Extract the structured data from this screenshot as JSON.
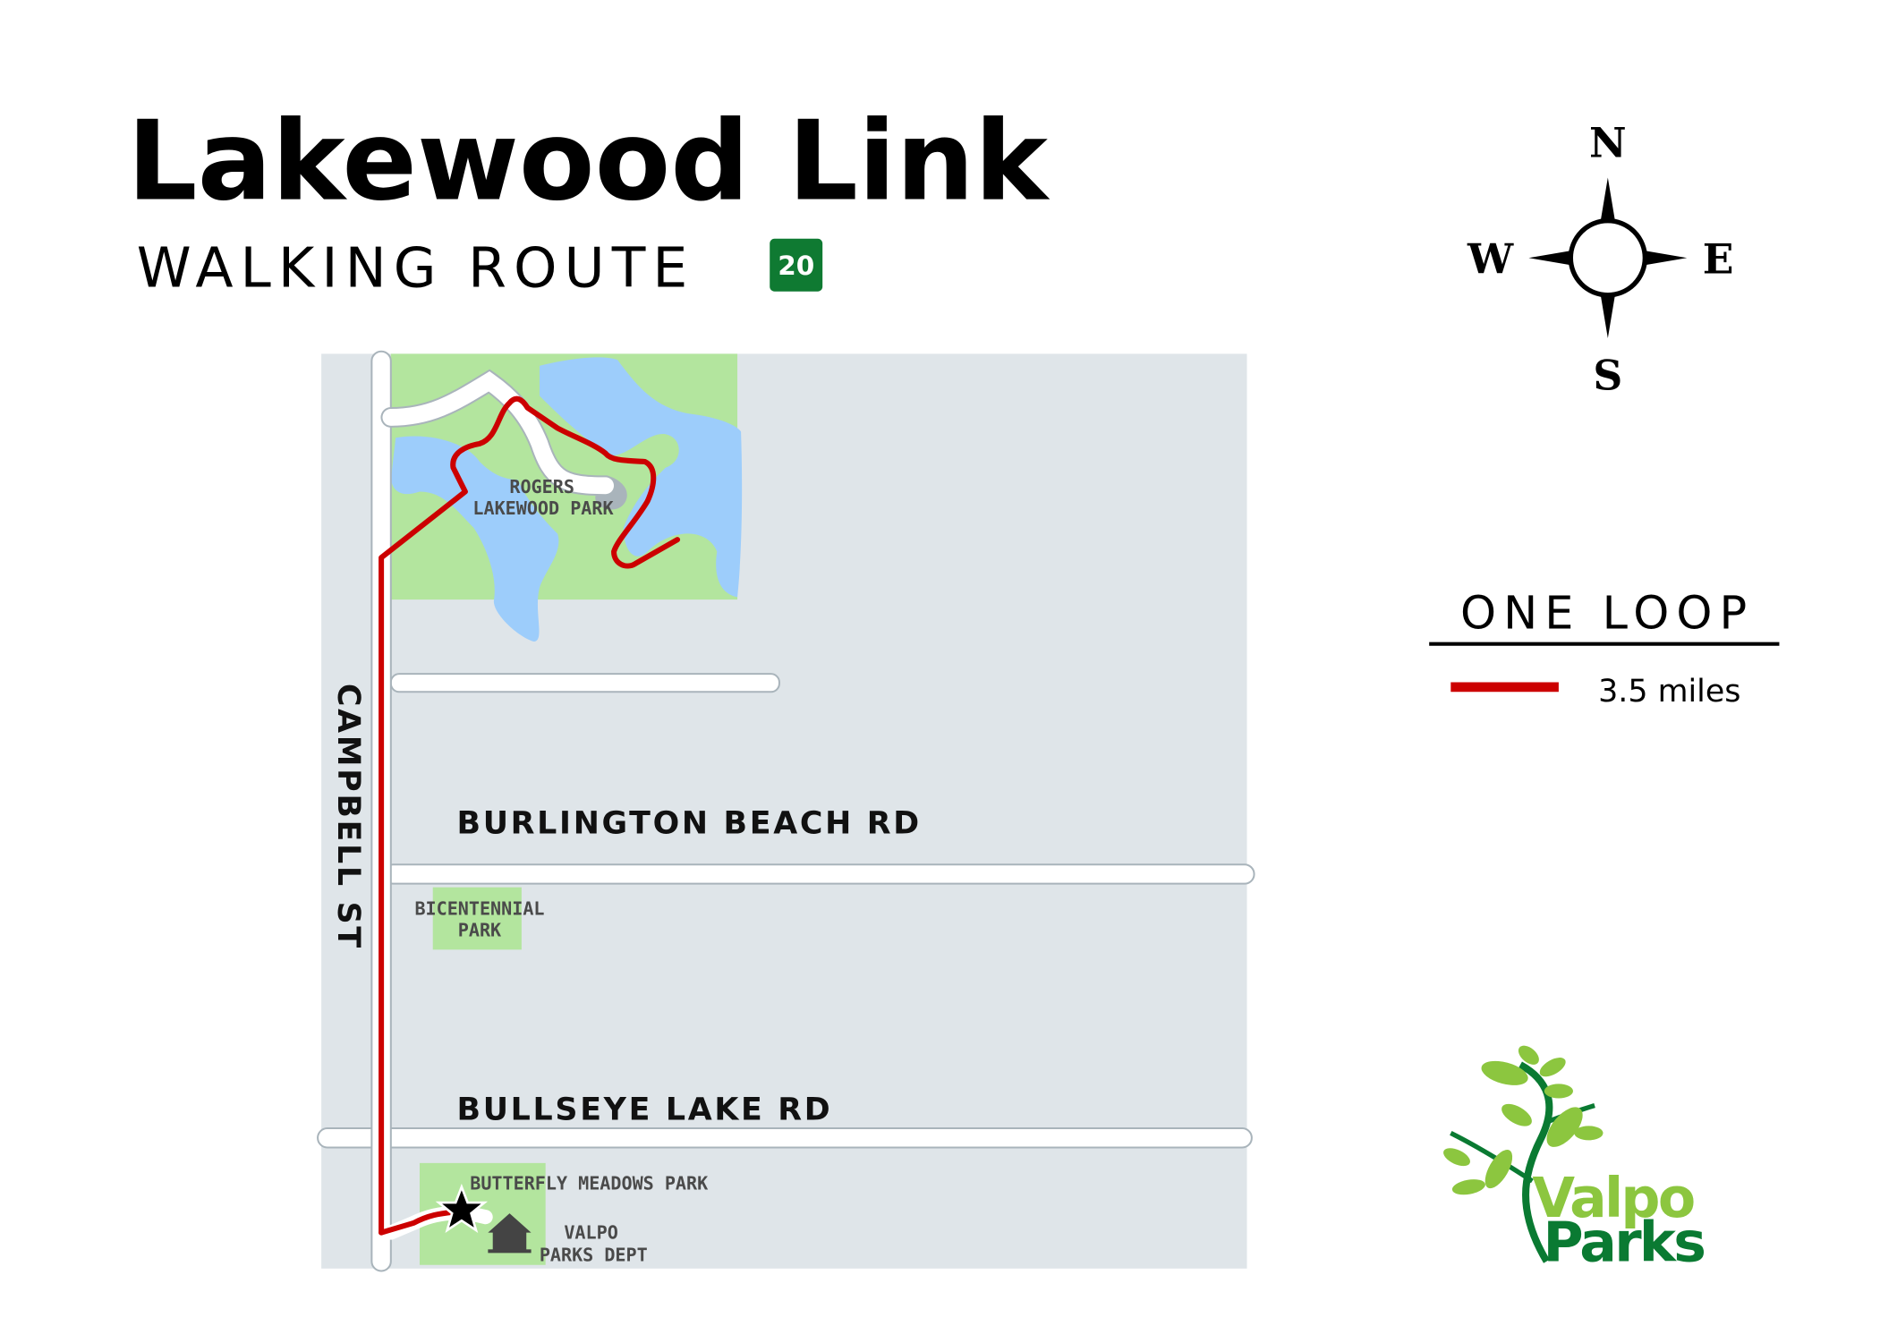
{
  "header": {
    "title": "Lakewood Link",
    "subtitle": "WALKING ROUTE",
    "route_number": "20"
  },
  "compass": {
    "n": "N",
    "s": "S",
    "e": "E",
    "w": "W"
  },
  "legend": {
    "title": "ONE LOOP",
    "route_length": "3.5 miles",
    "route_color": "#cc0000"
  },
  "map": {
    "streets": {
      "campbell": "CAMPBELL ST",
      "burlington": "BURLINGTON BEACH RD",
      "bullseye": "BULLSEYE LAKE RD"
    },
    "parks": {
      "rogers_line1": "ROGERS",
      "rogers_line2": "LAKEWOOD PARK",
      "bicentennial_line1": "BICENTENNIAL",
      "bicentennial_line2": "PARK",
      "butterfly": "BUTTERFLY MEADOWS PARK",
      "dept_line1": "VALPO",
      "dept_line2": "PARKS DEPT"
    },
    "colors": {
      "land": "#dfe5e9",
      "park": "#b3e59e",
      "water": "#9dcdfb",
      "route": "#cc0000"
    }
  },
  "logo": {
    "line1": "Valpo",
    "line2": "Parks"
  }
}
